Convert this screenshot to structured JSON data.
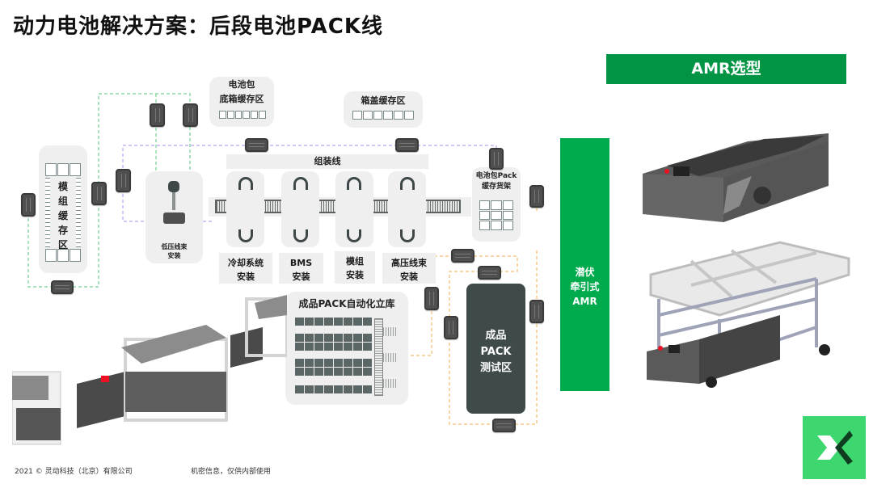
{
  "title": "动力电池解决方案：后段电池PACK线",
  "zones": {
    "battery_bottom_buffer": {
      "line1": "电池包",
      "line2": "底箱缓存区"
    },
    "lid_buffer": "箱盖缓存区",
    "assembly_line": "组装线",
    "module_buffer": [
      "模",
      "组",
      "缓",
      "存",
      "区"
    ],
    "low_voltage_harness": {
      "line1": "低压线束",
      "line2": "安装"
    },
    "pack_rack": {
      "line1": "电池包Pack",
      "line2": "缓存货架"
    },
    "finished_storage": "成品PACK自动化立库",
    "test_zone": [
      "成品",
      "PACK",
      "测试区"
    ]
  },
  "stations": [
    {
      "line1": "冷却系统",
      "line2": "安装"
    },
    {
      "line1": "BMS",
      "line2": "安装"
    },
    {
      "line1": "模组",
      "line2": "安装"
    },
    {
      "line1": "高压线束",
      "line2": "安装"
    }
  ],
  "amr": {
    "header": "AMR选型",
    "type": [
      "潜伏",
      "牵引式",
      "AMR"
    ]
  },
  "colors": {
    "brand_green": "#009444",
    "side_green": "#00ab4e",
    "logo_green": "#3dd66f",
    "route_green": "#8fd9a8",
    "route_purple": "#c9b3f5",
    "route_orange": "#f8c98a"
  },
  "footer": {
    "copyright": "2021 © 灵动科技（北京）有限公司",
    "confidential": "机密信息，仅供内部使用"
  }
}
